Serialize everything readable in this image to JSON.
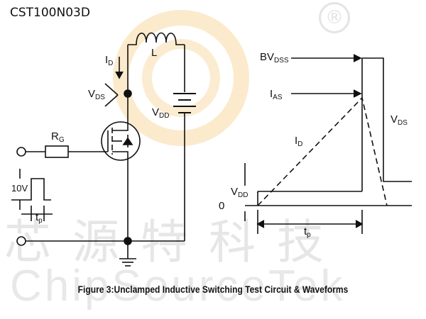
{
  "part_number": "CST100N03D",
  "registered_mark": "®",
  "watermark": {
    "chinese": "芯源特科技",
    "english": "ChipSourceTek"
  },
  "circuit": {
    "inductor": {
      "letter": "L"
    },
    "drain_current": {
      "letter": "I",
      "sub": "D"
    },
    "drain_source_voltage": {
      "letter": "V",
      "sub": "DS"
    },
    "supply_voltage": {
      "letter": "V",
      "sub": "DD"
    },
    "gate_resistor": {
      "letter": "R",
      "sub": "G"
    },
    "gate_pulse_amplitude": "10V",
    "pulse_width": {
      "letter": "t",
      "sub": "p"
    }
  },
  "waveforms": {
    "breakdown_voltage": {
      "letter": "BV",
      "sub": "DSS"
    },
    "avalanche_current": {
      "letter": "I",
      "sub": "AS"
    },
    "drain_current": {
      "letter": "I",
      "sub": "D"
    },
    "drain_source_voltage": {
      "letter": "V",
      "sub": "DS"
    },
    "supply_voltage": {
      "letter": "V",
      "sub": "DD"
    },
    "zero_level": "0",
    "pulse_width": {
      "letter": "t",
      "sub": "p"
    }
  },
  "caption": "Figure 3:Unclamped Inductive Switching Test Circuit & Waveforms",
  "colors": {
    "line": "#111111",
    "watermark": "#e6e6e6",
    "logo_orange": "#f3b24a"
  }
}
